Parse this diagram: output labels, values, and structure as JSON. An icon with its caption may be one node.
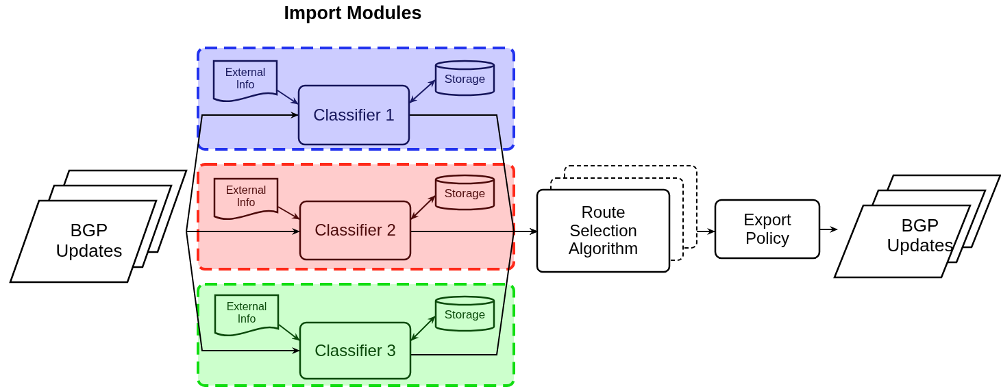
{
  "diagram": {
    "title": "Import Modules",
    "nodes": [
      {
        "text": [
          "BGP Updates"
        ]
      },
      {
        "text": [],
        "shape": "box"
      },
      {
        "text": [
          "External Info"
        ],
        "in": 1
      },
      {
        "text": [
          "Storage"
        ],
        "in": 1
      },
      {
        "text": [
          "Classifier 1"
        ],
        "in": 1
      },
      {
        "text": [],
        "shape": "box"
      },
      {
        "text": [
          "External Info"
        ],
        "in": 5
      },
      {
        "text": [
          "Storage"
        ],
        "in": 5
      },
      {
        "text": [
          "Classifier 2"
        ],
        "in": 5
      },
      {
        "text": [],
        "shape": "box"
      },
      {
        "text": [
          "External Info"
        ],
        "in": 9
      },
      {
        "text": [
          "Storage"
        ],
        "in": 9
      },
      {
        "text": [
          "Classifier 3"
        ],
        "in": 9
      },
      {
        "text": [
          "Route Selection Algorithm"
        ]
      },
      {
        "text": [
          "Export Policy"
        ]
      },
      {
        "text": [
          "BGP Updates"
        ]
      }
    ],
    "edges": [
      {
        "from": 0,
        "to": 4,
        "arrow": "to"
      },
      {
        "from": 0,
        "to": 8,
        "arrow": "to"
      },
      {
        "from": 0,
        "to": 12,
        "arrow": "to"
      },
      {
        "from": 2,
        "to": 4,
        "arrow": "to",
        "color": "#1a1a66"
      },
      {
        "from": 4,
        "to": 3,
        "arrow": "both",
        "color": "#1a1a66"
      },
      {
        "from": 6,
        "to": 8,
        "arrow": "to",
        "color": "#4d0a0a"
      },
      {
        "from": 8,
        "to": 7,
        "arrow": "both",
        "color": "#4d0a0a"
      },
      {
        "from": 10,
        "to": 12,
        "arrow": "to",
        "color": "#0a4a0a"
      },
      {
        "from": 12,
        "to": 11,
        "arrow": "both",
        "color": "#0a4a0a"
      },
      {
        "from": 4,
        "to": 13,
        "arrow": "to"
      },
      {
        "from": 8,
        "to": 13,
        "arrow": "to"
      },
      {
        "from": 12,
        "to": 13,
        "arrow": "to"
      },
      {
        "from": 13,
        "to": 14,
        "arrow": "to"
      },
      {
        "from": 14,
        "to": 15,
        "arrow": "to"
      }
    ]
  }
}
